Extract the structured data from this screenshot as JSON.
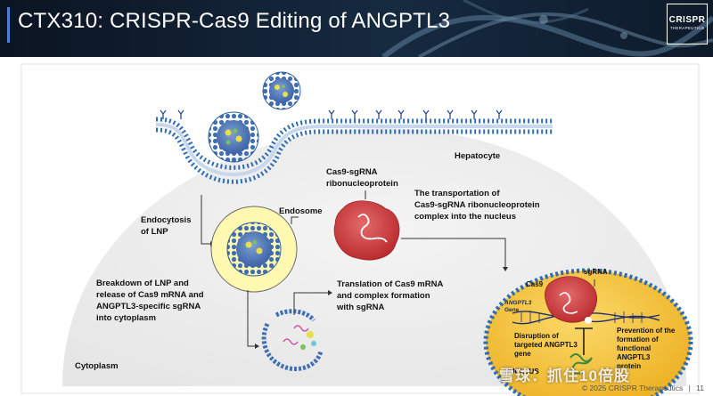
{
  "header": {
    "title": "CTX310: CRISPR-Cas9 Editing of ANGPTL3",
    "accent_color": "#4f7dd6"
  },
  "logo": {
    "line1": "CRISPR",
    "line2": "THERAPEUTICS"
  },
  "labels": {
    "hepatocyte": "Hepatocyte",
    "cytoplasm": "Cytoplasm",
    "endosome": "Endosome",
    "endocytosis_line1": "Endocytosis",
    "endocytosis_line2": "of LNP",
    "rnp_line1": "Cas9-sgRNA",
    "rnp_line2": "ribonucleoprotein",
    "transport_line1": "The transportation of",
    "transport_line2": "Cas9-sgRNA ribonucleoprotein",
    "transport_line3": "complex into the nucleus",
    "breakdown_line1": "Breakdown of LNP and",
    "breakdown_line2": "release of Cas9 mRNA and",
    "breakdown_line3": "ANGPTL3-specific sgRNA",
    "breakdown_line4": "into cytoplasm",
    "translation_line1": "Translation of Cas9 mRNA",
    "translation_line2": "and complex formation",
    "translation_line3": "with sgRNA",
    "cas9": "Cas9",
    "sgrna": "sgRNA",
    "gene_line1": "ANGPTL3",
    "gene_line2": "Gene",
    "disruption_line1": "Disruption of",
    "disruption_line2": "targeted ANGPTL3",
    "disruption_line3": "gene",
    "prevention_line1": "Prevention of the",
    "prevention_line2": "formation of",
    "prevention_line3": "functional",
    "prevention_line4": "ANGPTL3",
    "prevention_line5": "protein",
    "nucleus": "NUCLEUS"
  },
  "footer": {
    "copyright": "© 2025 CRISPR Therapeutics",
    "page": "11"
  },
  "watermark": "雪球：抓住10倍股",
  "colors": {
    "membrane": "#2e6db4",
    "endosome_fill": "#fff8b0",
    "cas9": "#c8383a",
    "nucleus": "#f2c12e",
    "cell_bg": "#eeeeee"
  }
}
